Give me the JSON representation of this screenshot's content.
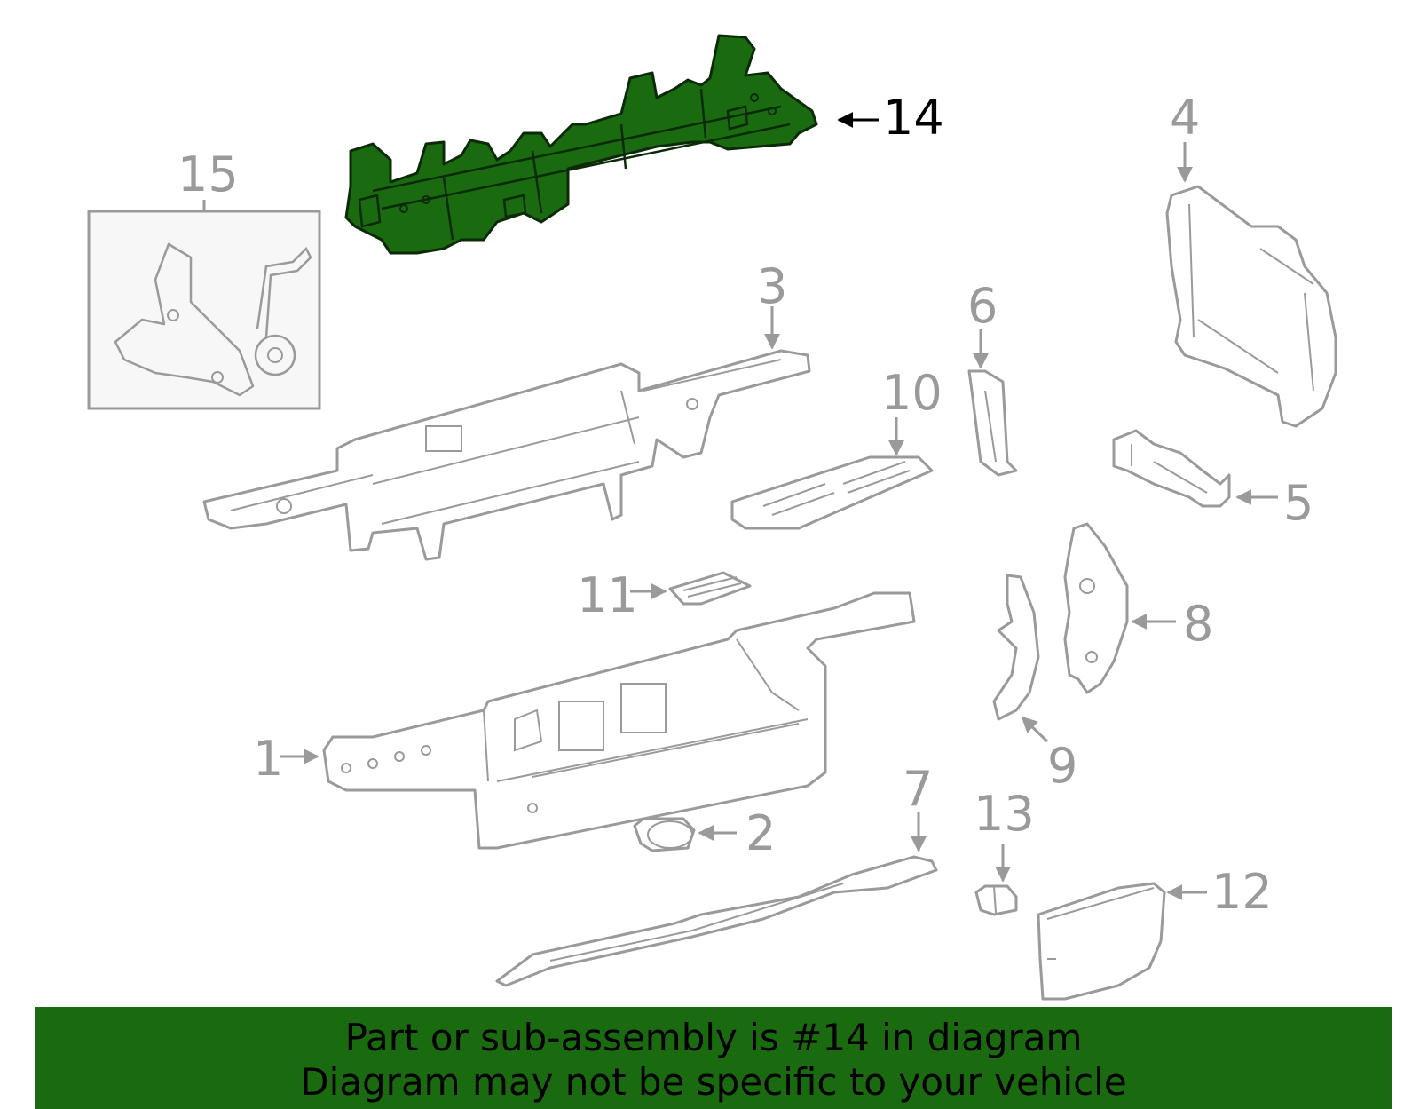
{
  "callouts": {
    "c1": "1",
    "c2": "2",
    "c3": "3",
    "c4": "4",
    "c5": "5",
    "c6": "6",
    "c7": "7",
    "c8": "8",
    "c9": "9",
    "c10": "10",
    "c11": "11",
    "c12": "12",
    "c13": "13",
    "c14": "14",
    "c15": "15"
  },
  "banner": {
    "line1": "Part or sub-assembly is #14 in diagram",
    "line2": "Diagram may not be specific to your vehicle"
  },
  "colors": {
    "highlight_part": "#1a6b10",
    "banner_background": "#1a6b10",
    "part_outline": "#9a9a9a",
    "callout_text": "#9a9a9a",
    "active_callout_text": "#000000"
  },
  "highlighted_part": "14"
}
